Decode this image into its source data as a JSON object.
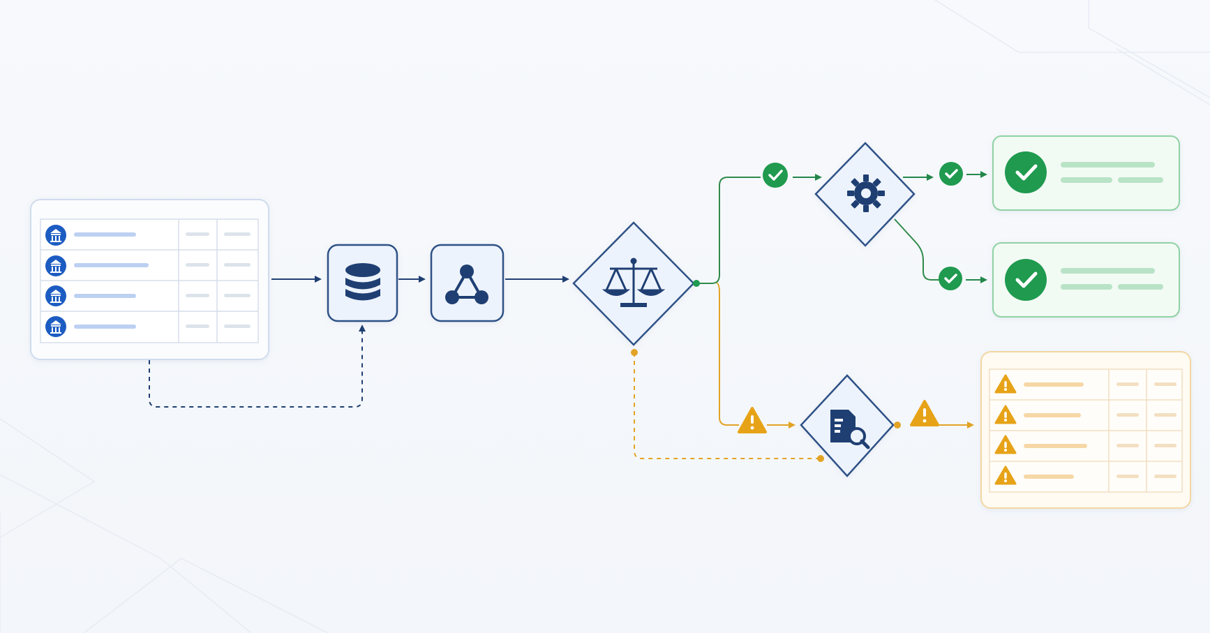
{
  "colors": {
    "background": "#f4f7fb",
    "navy": "#1f3f73",
    "blue_icon": "#1c5cc2",
    "node_fill": "#edf3fc",
    "node_stroke": "#2e5186",
    "green": "#1f9a4f",
    "green_line": "#2f8a4a",
    "green_card_fill": "#f2faf4",
    "green_card_stroke": "#8fd2a4",
    "green_bar": "#b8e3c6",
    "amber": "#e7a318",
    "amber_line": "#e2a325",
    "amber_card_fill": "#fffaf2",
    "amber_card_stroke": "#f3d7a3",
    "amber_bar": "#f6d7a5",
    "blue_bar": "#bcd0f2",
    "gray_bar": "#dde3ea",
    "table_line": "#d6deea"
  },
  "nodes": {
    "source_table": {
      "icon": "bank-icon",
      "rows": 4
    },
    "database": {
      "icon": "database-icon"
    },
    "graph": {
      "icon": "network-graph-icon"
    },
    "decision": {
      "icon": "scale-balance-icon"
    },
    "processing": {
      "icon": "gear-icon"
    },
    "review": {
      "icon": "document-search-icon"
    },
    "approved_card_1": {
      "icon": "check-circle-icon"
    },
    "approved_card_2": {
      "icon": "check-circle-icon"
    },
    "exception_table": {
      "icon": "warning-icon",
      "rows": 4
    }
  },
  "branches": {
    "approved": {
      "badge_icon": "check-badge-icon",
      "color": "green"
    },
    "flagged": {
      "badge_icon": "warning-badge-icon",
      "color": "amber"
    }
  }
}
